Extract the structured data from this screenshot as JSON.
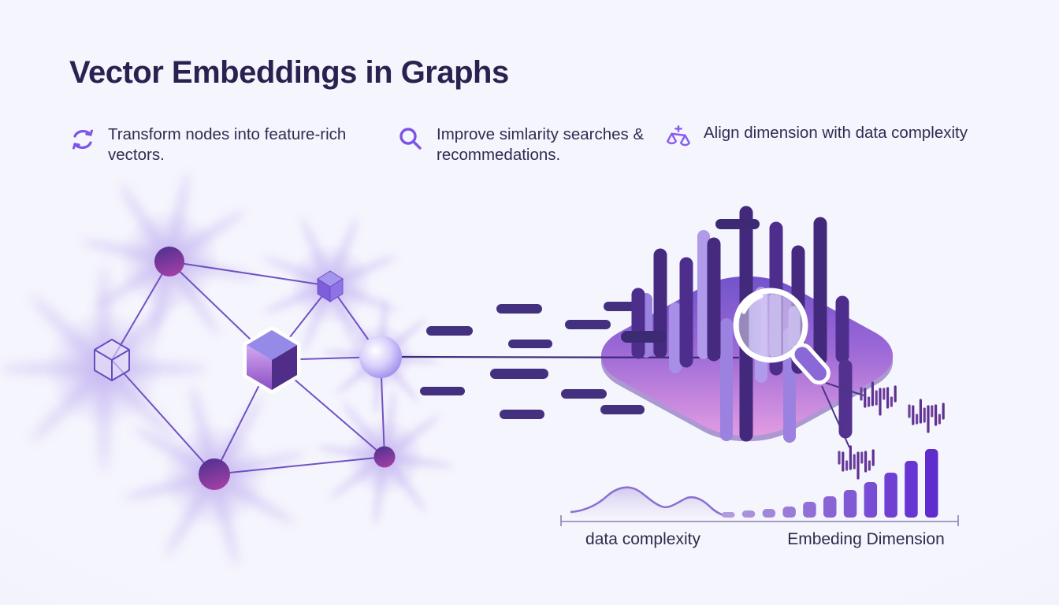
{
  "title": "Vector Embeddings in Graphs",
  "features": [
    {
      "icon": "refresh-cycle-icon",
      "label": "Transform nodes into feature-rich vectors."
    },
    {
      "icon": "search-icon",
      "label": "Improve simlarity searches & recommedations."
    },
    {
      "icon": "balance-scale-icon",
      "label": "Align dimension with data complexity"
    }
  ],
  "mini_chart": {
    "type": "area+bar",
    "left_label": "data complexity",
    "right_label": "Embeding Dimension",
    "bar_heights": [
      7,
      9,
      11,
      14,
      20,
      27,
      35,
      45,
      57,
      72,
      87
    ]
  },
  "colors": {
    "background": "#f1f1fa",
    "title_text": "#29214f",
    "body_text": "#322b52",
    "accent_icon_purple": "#7c55e6",
    "dash_purple": "#43307e",
    "network_edge": "#6a4ac0",
    "diamond_gradient": [
      "#6a50c9",
      "#9a67d6",
      "#eda4e4"
    ],
    "waveform_dark": "#452a7f",
    "waveform_light": "#a78ee6"
  }
}
